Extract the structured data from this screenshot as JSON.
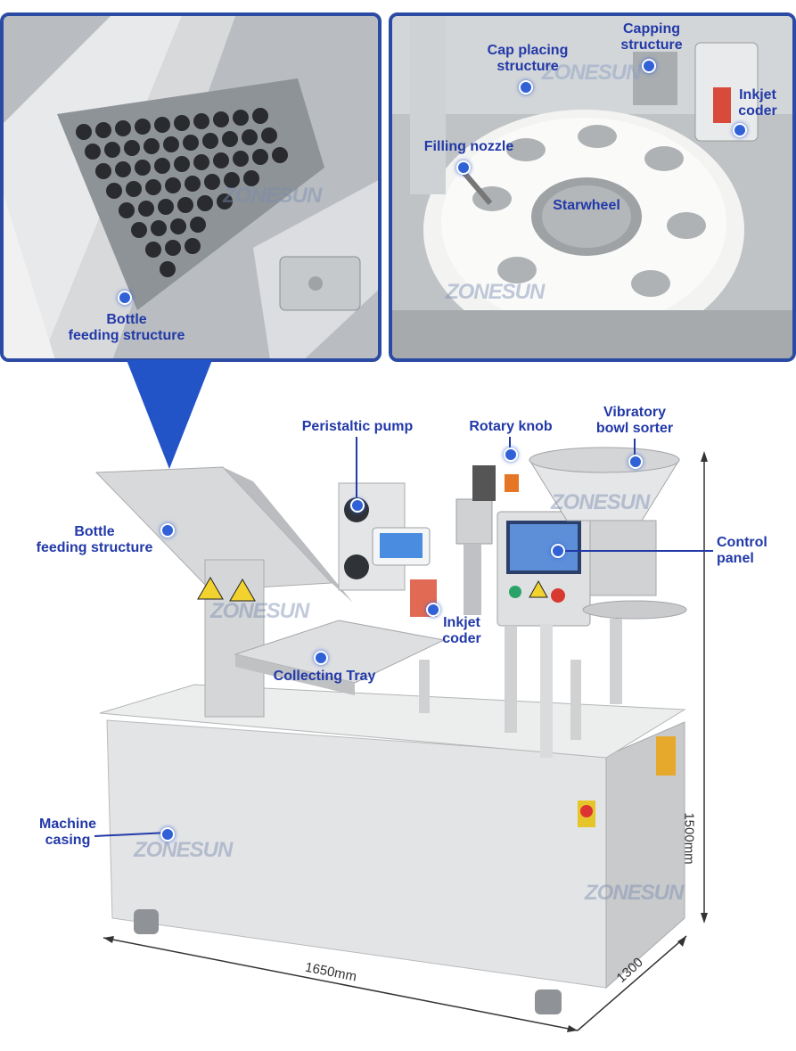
{
  "watermark": "ZONESUN",
  "top_left_panel": {
    "labels": {
      "bottle_feeding": "Bottle\nfeeding structure"
    }
  },
  "top_right_panel": {
    "labels": {
      "cap_placing": "Cap placing\nstructure",
      "capping": "Capping\nstructure",
      "inkjet": "Inkjet\ncoder",
      "filling_nozzle": "Filling nozzle",
      "starwheel": "Starwheel"
    }
  },
  "machine": {
    "labels": {
      "peristaltic_pump": "Peristaltic pump",
      "rotary_knob": "Rotary knob",
      "vibratory_bowl": "Vibratory\nbowl sorter",
      "bottle_feeding": "Bottle\nfeeding structure",
      "control_panel": "Control\npanel",
      "inkjet": "Inkjet\ncoder",
      "collecting_tray": "Collecting Tray",
      "machine_casing": "Machine\ncasing"
    },
    "dimensions": {
      "width": "1650mm",
      "depth": "1300",
      "height": "1500mm"
    }
  },
  "colors": {
    "accent": "#2239a8",
    "frame": "#2b4aa3",
    "pointer": "#2253c7"
  }
}
